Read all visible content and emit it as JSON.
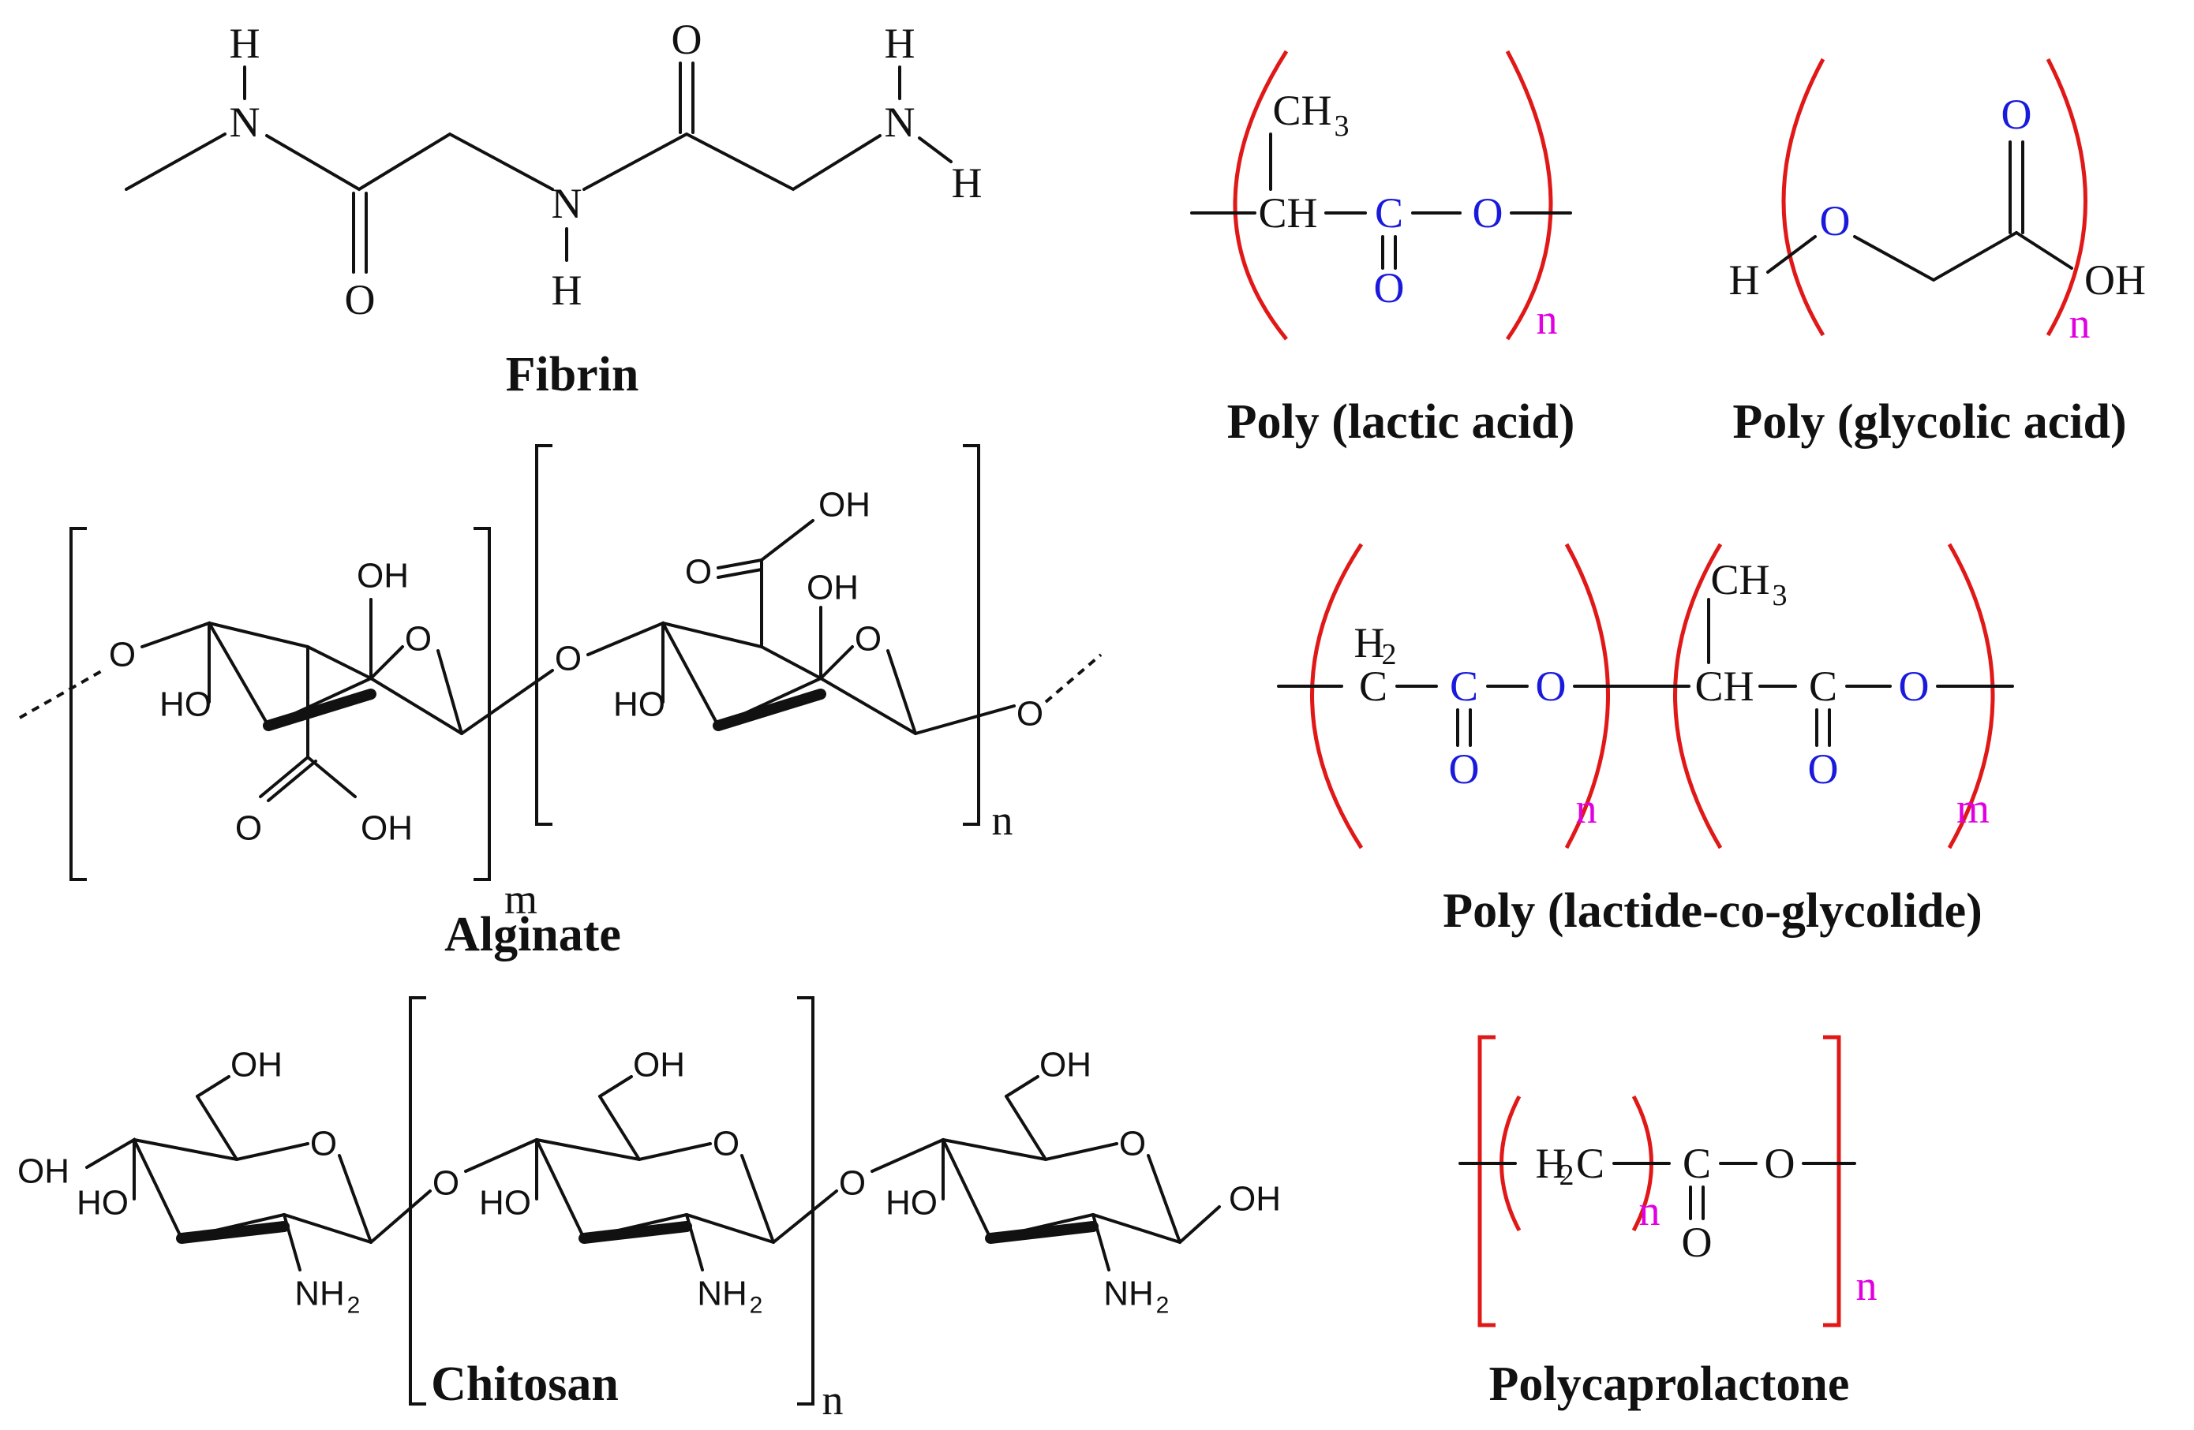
{
  "labels": {
    "fibrin": "Fibrin",
    "alginate": "Alginate",
    "chitosan": "Chitosan",
    "pla": "Poly (lactic acid)",
    "pga": "Poly (glycolic acid)",
    "plga": "Poly (lactide-co-glycolide)",
    "pcl": "Polycaprolactone"
  },
  "atoms": {
    "H": "H",
    "N": "N",
    "O": "O",
    "OH": "OH",
    "HO": "HO",
    "CH3": "CH",
    "sub3": "3",
    "CH": "CH",
    "C": "C",
    "H2": "H",
    "sub2": "2",
    "H2C": "H",
    "C2": "C",
    "NH2": "NH",
    "n": "n",
    "m": "m"
  },
  "colors": {
    "red_bracket": "#e01818",
    "blue_atom": "#1a1adc",
    "magenta_index": "#e000e0"
  }
}
